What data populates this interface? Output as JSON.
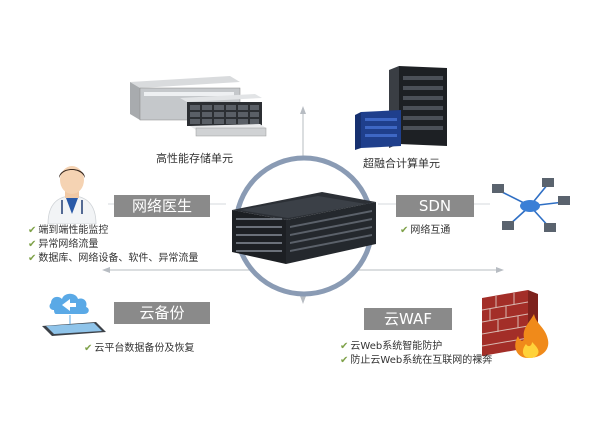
{
  "top_left": {
    "caption": "高性能存储单元",
    "icon": "storage-array-icon"
  },
  "top_right": {
    "caption": "超融合计算单元",
    "icon": "server-rack-icon"
  },
  "center": {
    "icon": "blade-server-icon",
    "ring_color": "#8a9bb4"
  },
  "network_doctor": {
    "label": "网络医生",
    "icon": "doctor-icon",
    "items": [
      "端到端性能监控",
      "异常网络流量",
      "数据库、网络设备、软件、异常流量"
    ]
  },
  "sdn": {
    "label": "SDN",
    "icon": "network-topology-icon",
    "items": [
      "网络互通"
    ]
  },
  "cloud_backup": {
    "label": "云备份",
    "icon": "cloud-tablet-icon",
    "items": [
      "云平台数据备份及恢复"
    ]
  },
  "cloud_waf": {
    "label": "云WAF",
    "icon": "firewall-icon",
    "items": [
      "云Web系统智能防护",
      "防止云Web系统在互联网的裸奔"
    ]
  },
  "colors": {
    "label_bg": "#8a8a8a",
    "check": "#7fa24a",
    "arrow": "#9aa0a6"
  }
}
